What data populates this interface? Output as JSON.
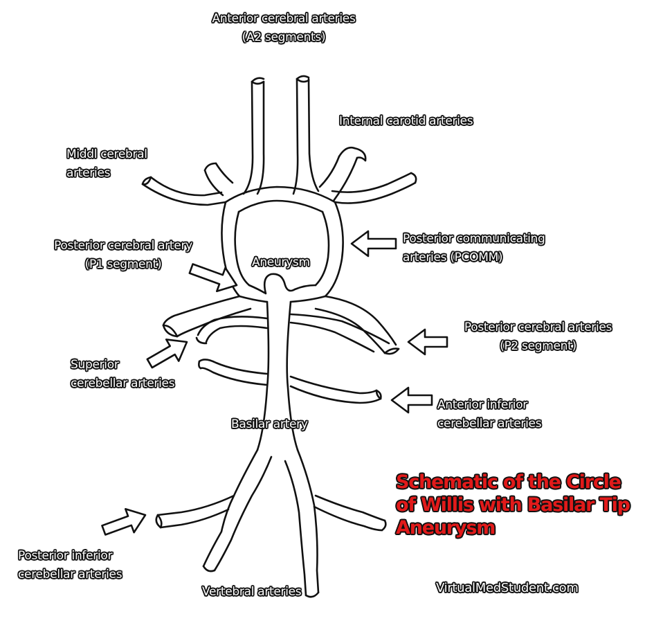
{
  "labels": {
    "anterior_cerebral": [
      "Anterior cerebral arteries",
      "(A2 segments)"
    ],
    "internal_carotid": [
      "Internal carotid arteries"
    ],
    "middle_cerebral": [
      "Middl cerebral",
      "arteries"
    ],
    "posterior_cerebral_p1": [
      "Posterior cerebral artery",
      "(P1 segment)"
    ],
    "aneurysm": [
      "Aneurysm"
    ],
    "posterior_communicating": [
      "Posterior communicating",
      "arteries (PCOMM)"
    ],
    "posterior_cerebral_p2": [
      "Posterior cerebral arteries",
      "(P2 segment)"
    ],
    "superior_cerebellar": [
      "Superior",
      "cerebellar arteries"
    ],
    "anterior_inferior_cerebellar": [
      "Anterior inferior",
      "cerebellar arteries"
    ],
    "basilar": [
      "Basilar artery"
    ],
    "posterior_inferior_cerebellar": [
      "Posterior inferior",
      "cerebellar arteries"
    ],
    "vertebral": [
      "Vertebral arteries"
    ]
  },
  "title": {
    "lines": [
      "Schematic of the Circle",
      "of Willis with Basilar Tip",
      "Aneurysm"
    ],
    "color": "#e21a1a"
  },
  "watermark": "VirtualMedStudent.com",
  "colors": {
    "ink": "#111111",
    "fill": "#ffffff"
  }
}
